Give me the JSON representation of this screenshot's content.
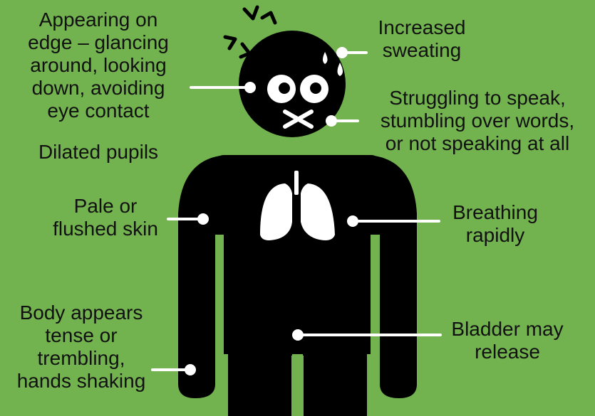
{
  "colors": {
    "background": "#72B34F",
    "figure": "#000000",
    "marker": "#FFFFFF",
    "text": "#111111"
  },
  "icons": {
    "anger": "anger-symbol-icon",
    "sweat": "sweat-drops-icon",
    "eyes": "wide-eyes-icon",
    "mouth": "crossed-mouth-icon",
    "lungs": "lungs-icon"
  },
  "labels": {
    "on_edge": "Appearing on\nedge – glancing\naround, looking\ndown, avoiding\neye contact",
    "dilated_pupils": "Dilated pupils",
    "skin": "Pale or\nflushed skin",
    "tense": "Body appears\ntense or\ntrembling,\nhands shaking",
    "sweating": "Increased\nsweating",
    "speaking": "Struggling to speak,\nstumbling over words,\nor not speaking at all",
    "breathing": "Breathing\nrapidly",
    "bladder": "Bladder may\nrelease"
  }
}
